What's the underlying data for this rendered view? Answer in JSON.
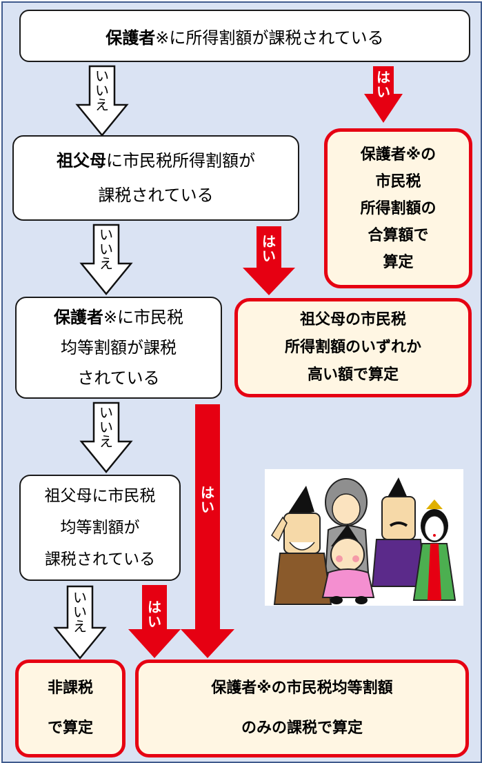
{
  "labels": {
    "no": [
      "い",
      "い",
      "え"
    ],
    "yes": [
      "は",
      "い"
    ]
  },
  "q1": {
    "bold": "保護者",
    "rest": "※に所得割額が課税されている"
  },
  "q2": {
    "bold": "祖父母",
    "rest1": "に市民税所得割額が",
    "line2": "課税されている"
  },
  "q3": {
    "bold": "保護者",
    "rest1": "※に市民税",
    "line2": "均等割額が課税",
    "line3": "されている"
  },
  "q4": {
    "line1": "祖父母に市民税",
    "line2": "均等割額が",
    "line3": "課税されている"
  },
  "r1": {
    "lines": [
      "保護者※の",
      "市民税",
      "所得割額の",
      "合算額で",
      "算定"
    ]
  },
  "r2": {
    "lines": [
      "祖父母の市民税",
      "所得割額のいずれか",
      "高い額で算定"
    ]
  },
  "r3": {
    "lines": [
      "非課税",
      "で算定"
    ]
  },
  "r4": {
    "lines": [
      "保護者※の市民税均等割額",
      "のみの課税で算定"
    ]
  },
  "colors": {
    "background": "#dae3f3",
    "frame": "#3f5a8c",
    "yes_arrow": "#e60012",
    "result_fill": "#fff6e3",
    "result_border": "#e60012"
  },
  "illustration": {
    "name": "hina-doll-family-illustration"
  }
}
